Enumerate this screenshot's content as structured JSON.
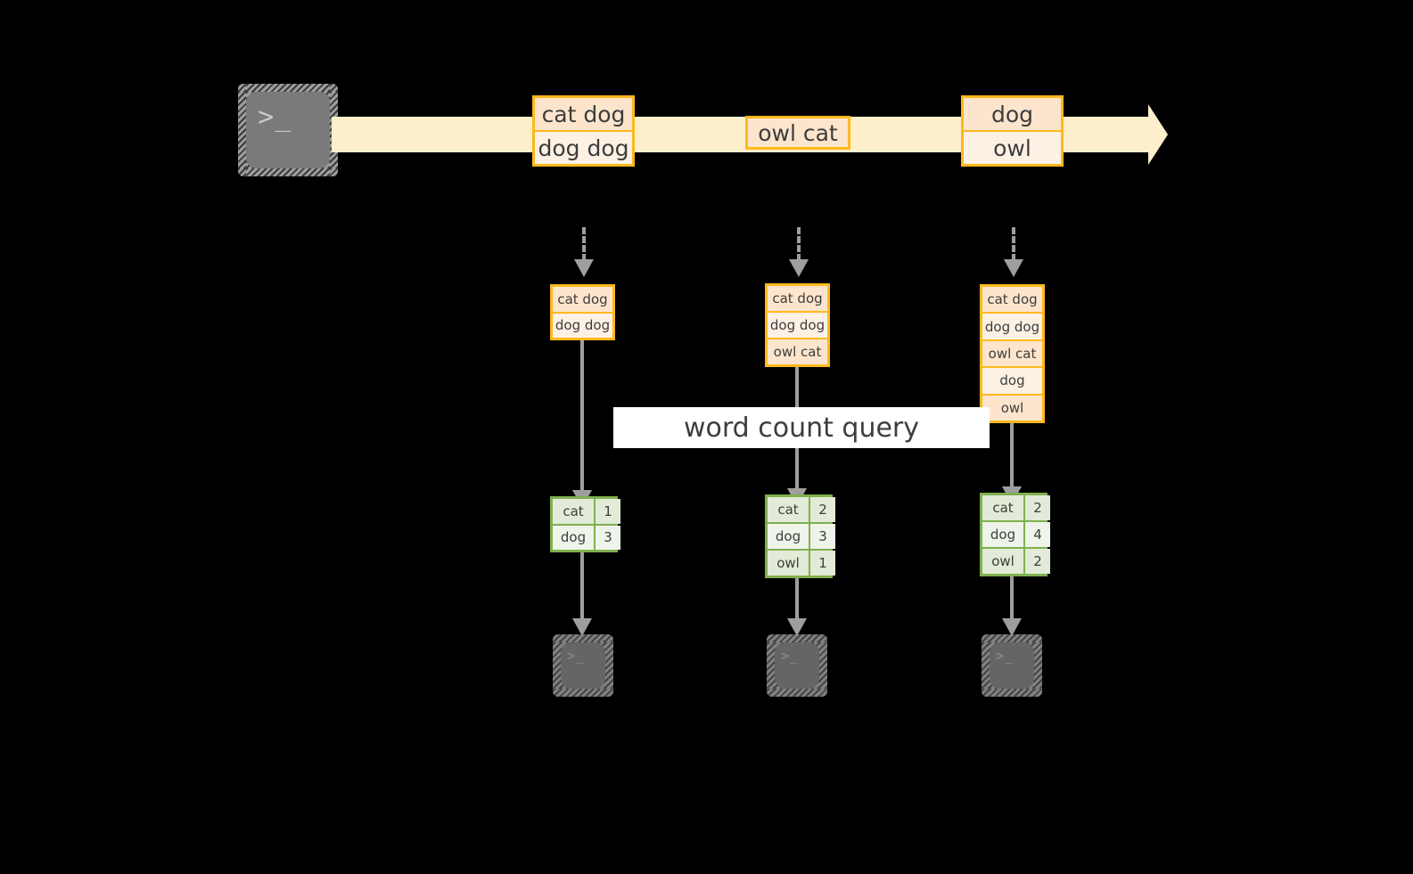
{
  "diagram": {
    "title_banner": "word count query",
    "icons": {
      "source_terminal": "terminal-icon",
      "sink_terminal": "terminal-icon",
      "prompt_glyph": ">_",
      "stream_arrow": "arrow-right-icon",
      "flow_arrow": "arrow-down-icon"
    },
    "colors": {
      "stream": "#FDEFCC",
      "record_border": "#FFB81C",
      "record_fill_dark": "#FCE5CC",
      "record_fill_light": "#FDF1E4",
      "result_border": "#7FB04F",
      "result_fill_dark": "#E2EBD7",
      "result_fill_light": "#EFF4EA",
      "arrow": "#9E9E9E",
      "terminal": "#7A7A7A",
      "banner": "#FFFFFF",
      "background": "#000000"
    },
    "stream_records": [
      {
        "id": "record-1",
        "lines": [
          "cat dog",
          "dog dog"
        ]
      },
      {
        "id": "record-2",
        "lines": [
          "owl cat"
        ]
      },
      {
        "id": "record-3",
        "lines": [
          "dog",
          "owl"
        ]
      }
    ],
    "snapshots": [
      {
        "id": "snapshot-1",
        "lines": [
          "cat dog",
          "dog dog"
        ]
      },
      {
        "id": "snapshot-2",
        "lines": [
          "cat dog",
          "dog dog",
          "owl cat"
        ]
      },
      {
        "id": "snapshot-3",
        "lines": [
          "cat dog",
          "dog dog",
          "owl cat",
          "dog",
          "owl"
        ]
      }
    ],
    "results": [
      {
        "id": "result-1",
        "rows": [
          {
            "word": "cat",
            "count": "1"
          },
          {
            "word": "dog",
            "count": "3"
          }
        ]
      },
      {
        "id": "result-2",
        "rows": [
          {
            "word": "cat",
            "count": "2"
          },
          {
            "word": "dog",
            "count": "3"
          },
          {
            "word": "owl",
            "count": "1"
          }
        ]
      },
      {
        "id": "result-3",
        "rows": [
          {
            "word": "cat",
            "count": "2"
          },
          {
            "word": "dog",
            "count": "4"
          },
          {
            "word": "owl",
            "count": "2"
          }
        ]
      }
    ]
  }
}
